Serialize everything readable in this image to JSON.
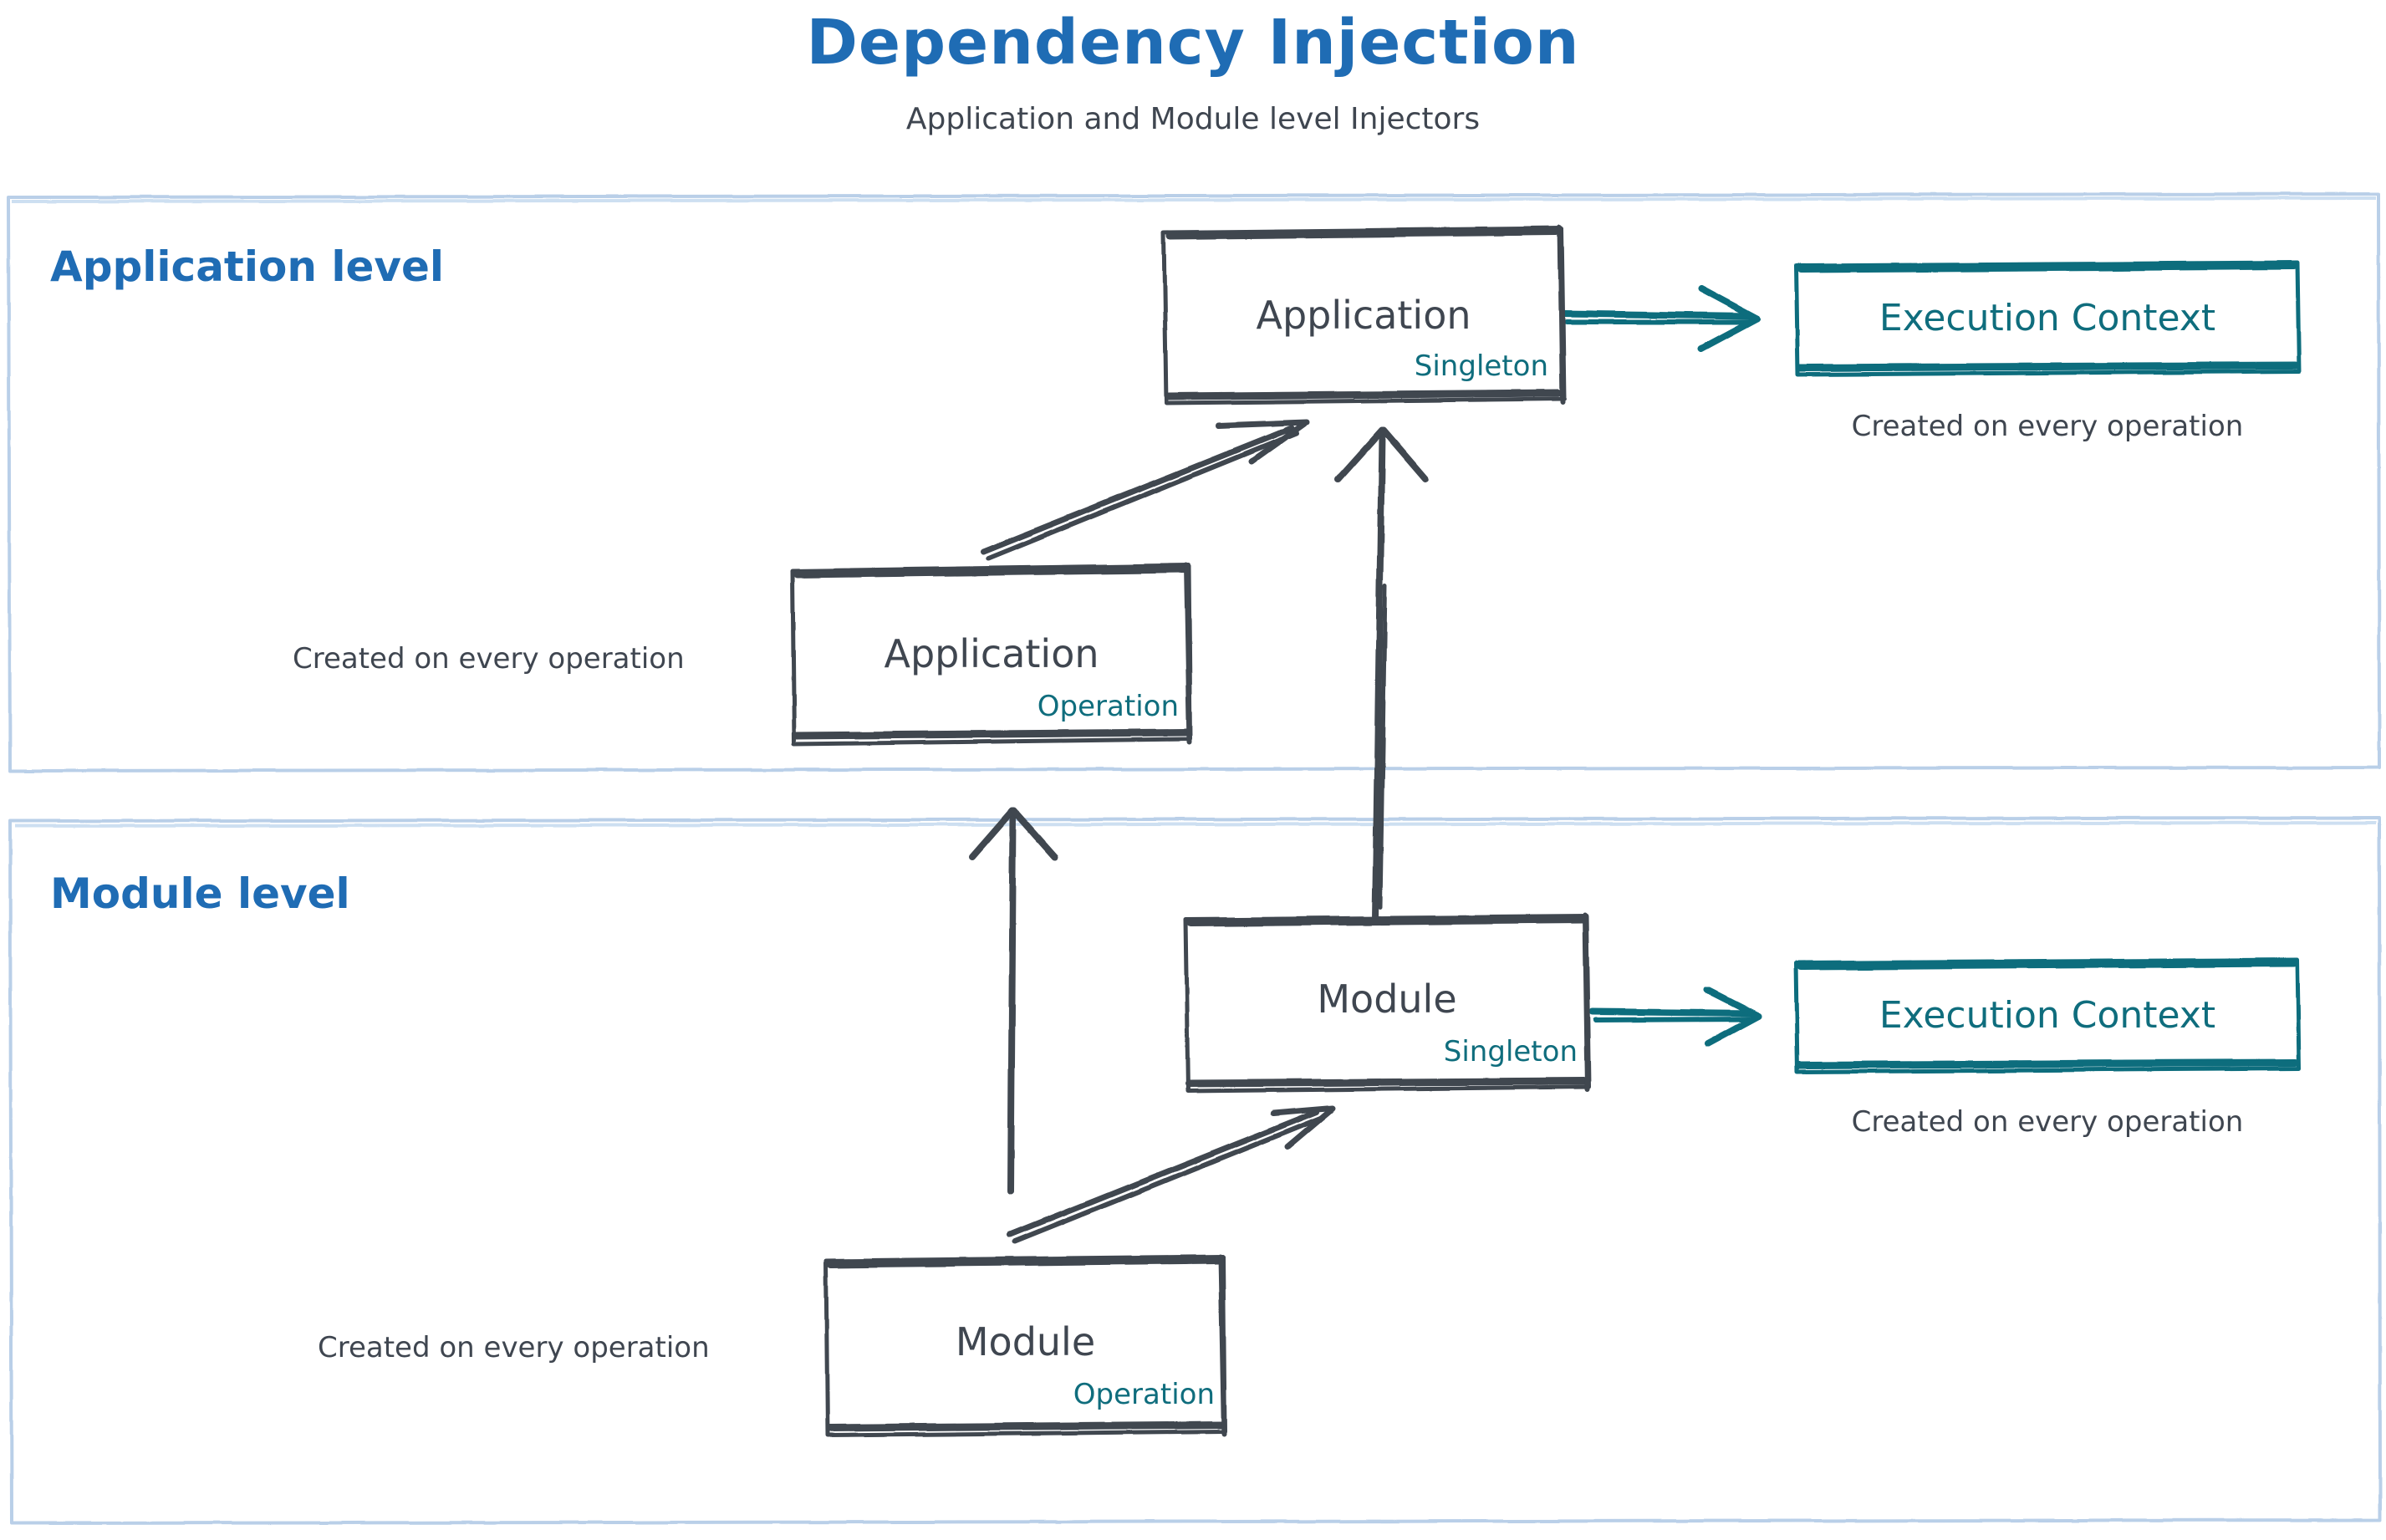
{
  "header": {
    "title": "Dependency Injection",
    "subtitle": "Application and Module level Injectors"
  },
  "colors": {
    "title_blue": "#1f6cb4",
    "panel_border_blue": "#b9cfe8",
    "node_stroke": "#3f4650",
    "accent_teal": "#0f6d7d",
    "text_gray": "#3f4650",
    "background": "#ffffff"
  },
  "panels": [
    {
      "id": "application-level",
      "label": "Application level",
      "nodes": [
        {
          "id": "application-singleton",
          "title": "Application",
          "scope": "Singleton",
          "style": "gray-box"
        },
        {
          "id": "application-execution-context",
          "title": "Execution Context",
          "scope": "",
          "style": "teal-box",
          "caption": "Created on every operation"
        },
        {
          "id": "application-operation",
          "title": "Application",
          "scope": "Operation",
          "style": "gray-box",
          "caption": "Created on every operation"
        }
      ]
    },
    {
      "id": "module-level",
      "label": "Module level",
      "nodes": [
        {
          "id": "module-singleton",
          "title": "Module",
          "scope": "Singleton",
          "style": "gray-box"
        },
        {
          "id": "module-execution-context",
          "title": "Execution Context",
          "scope": "",
          "style": "teal-box",
          "caption": "Created on every operation"
        },
        {
          "id": "module-operation",
          "title": "Module",
          "scope": "Operation",
          "style": "gray-box",
          "caption": "Created on every operation"
        }
      ]
    }
  ],
  "edges": [
    {
      "id": "application-operation-to-application-singleton",
      "from": "application-operation",
      "to": "application-singleton",
      "color": "#3f4650",
      "kind": "diagonal"
    },
    {
      "id": "application-singleton-to-execution-context",
      "from": "application-singleton",
      "to": "application-execution-context",
      "color": "#0f6d7d",
      "kind": "horizontal"
    },
    {
      "id": "module-singleton-to-application-singleton",
      "from": "module-singleton",
      "to": "application-singleton",
      "color": "#3f4650",
      "kind": "vertical"
    },
    {
      "id": "module-operation-to-application-operation",
      "from": "module-operation",
      "to": "application-operation",
      "color": "#3f4650",
      "kind": "vertical"
    },
    {
      "id": "module-operation-to-module-singleton",
      "from": "module-operation",
      "to": "module-singleton",
      "color": "#3f4650",
      "kind": "diagonal"
    },
    {
      "id": "module-singleton-to-execution-context",
      "from": "module-singleton",
      "to": "module-execution-context",
      "color": "#0f6d7d",
      "kind": "horizontal"
    }
  ],
  "labels": {
    "caption_created_on_every_operation": "Created on every operation"
  }
}
